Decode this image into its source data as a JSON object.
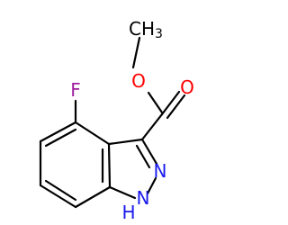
{
  "molecule": {
    "atoms": {
      "methyl_carbon": {
        "text": "CH",
        "subscript": "3",
        "color": "#000000"
      },
      "ester_oxygen": {
        "text": "O",
        "color": "#ff0000"
      },
      "carbonyl_oxygen": {
        "text": "O",
        "color": "#ff0000"
      },
      "fluorine": {
        "text": "F",
        "color": "#a020a0"
      },
      "ring_nitrogen": {
        "text": "N",
        "color": "#1a1aee"
      },
      "nh_nitrogen": {
        "text": "N",
        "color": "#1a1aee"
      },
      "nh_hydrogen": {
        "text": "H",
        "color": "#1a1aee"
      }
    },
    "bond_color": "#000000",
    "background": "#ffffff"
  }
}
